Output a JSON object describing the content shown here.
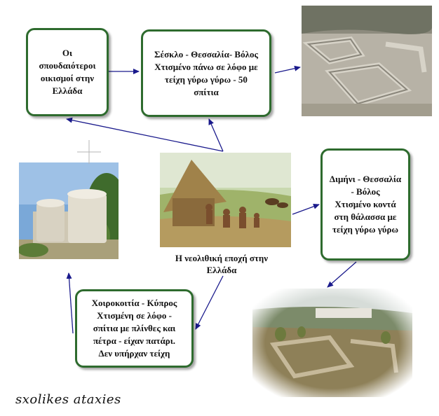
{
  "boxes": {
    "main_settlements": "Οι\nσπουδαιότεροι\nοικισμοί στην\nΕλλάδα",
    "sesklo": "Σέσκλο - Θεσσαλία- Βόλος\nΧτισμένο πάνω σε λόφο με\nτείχη γύρω γύρω - 50\nσπίτια",
    "dimini": "Διμήνι - Θεσσαλία\n- Βόλος\nΧτισμένο κοντά\nστη θάλασσα με\nτείχη γύρω γύρω",
    "choirokoitia": "Χοιροκοιτία - Κύπρος\nΧτισμένη σε λόφο -\nσπίτια με πλίνθες και\nπέτρα - είχαν πατάρι.\nΔεν υπήρχαν τείχη"
  },
  "center_caption": "Η νεολιθική εποχή στην\nΕλλάδα",
  "watermark": "sxolikes ataxies",
  "colors": {
    "box_border": "#2e6b2e",
    "arrow": "#1a1a8c"
  },
  "icons": [
    "crosshair-icon"
  ]
}
